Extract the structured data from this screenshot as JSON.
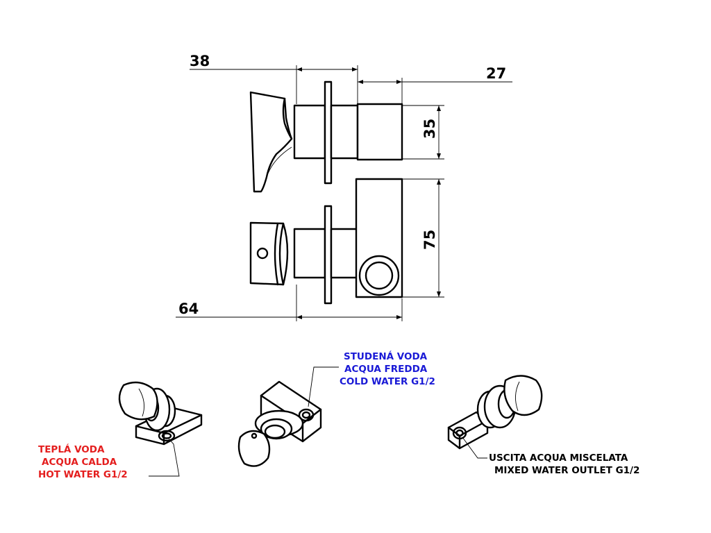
{
  "dimensions": {
    "d38": "38",
    "d27": "27",
    "d35": "35",
    "d75": "75",
    "d64": "64"
  },
  "labels": {
    "hot": {
      "line1": "TEPLÁ VODA",
      "line2": "ACQUA CALDA",
      "line3": "HOT WATER G1/2",
      "color": "#e41e1e"
    },
    "cold": {
      "line1": "STUDENÁ VODA",
      "line2": "ACQUA FREDDA",
      "line3": "COLD WATER G1/2",
      "color": "#1a1ad6"
    },
    "mixed": {
      "line1": "USCITA ACQUA MISCELATA",
      "line2": "MIXED WATER OUTLET G1/2",
      "color": "#000000"
    }
  }
}
